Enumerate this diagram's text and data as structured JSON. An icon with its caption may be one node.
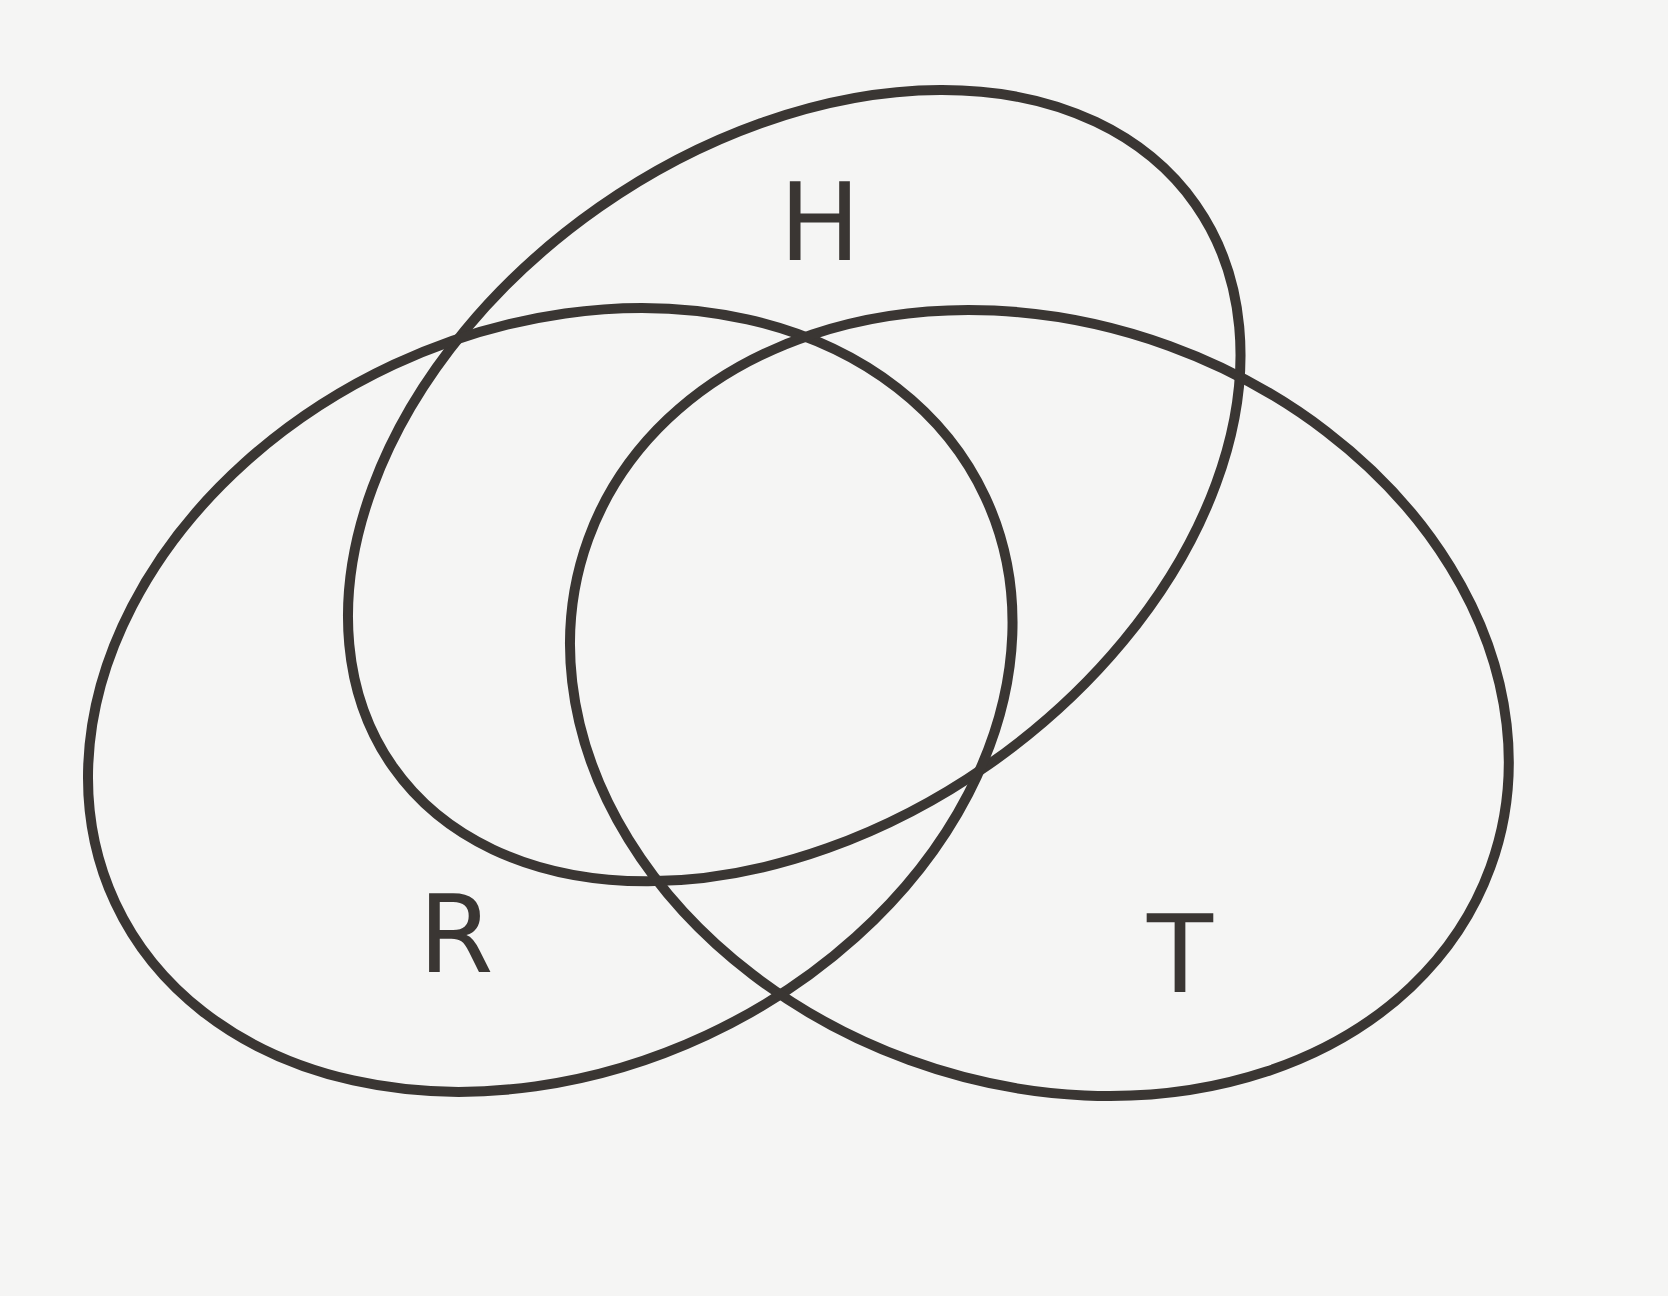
{
  "diagram": {
    "nodes": [
      {
        "text": [
          "H"
        ]
      },
      {
        "text": [
          "R"
        ]
      },
      {
        "text": [
          "T"
        ]
      }
    ]
  }
}
